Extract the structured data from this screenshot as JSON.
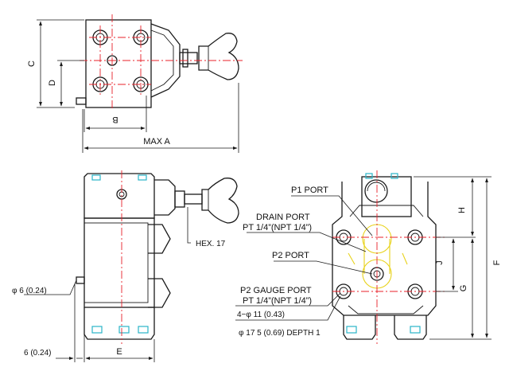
{
  "dimensions": {
    "c": "C",
    "d": "D",
    "b": "B",
    "max_a": "MAX  A",
    "hex": "HEX.  17",
    "phi6": "φ 6 (0.24)",
    "six": "6 (0.24)",
    "e": "E",
    "h": "H",
    "j": "J",
    "f": "F",
    "g": "G"
  },
  "ports": {
    "p1": "P1 PORT",
    "drain": "DRAIN PORT",
    "drain_thread": "PT 1/4”(NPT 1/4”)",
    "p2": "P2 PORT",
    "gauge": "P2 GAUGE PORT",
    "gauge_thread": "PT 1/4”(NPT 1/4”)",
    "holes": "4−φ 11 (0.43)",
    "counterbore": "φ 17 5 (0.69)  DEPTH 1"
  },
  "colors": {
    "outline": "#1a1a1a",
    "center_line": "#e8202a",
    "bolt_cyan": "#2ab4c8",
    "port_yellow": "#e8d21a"
  }
}
